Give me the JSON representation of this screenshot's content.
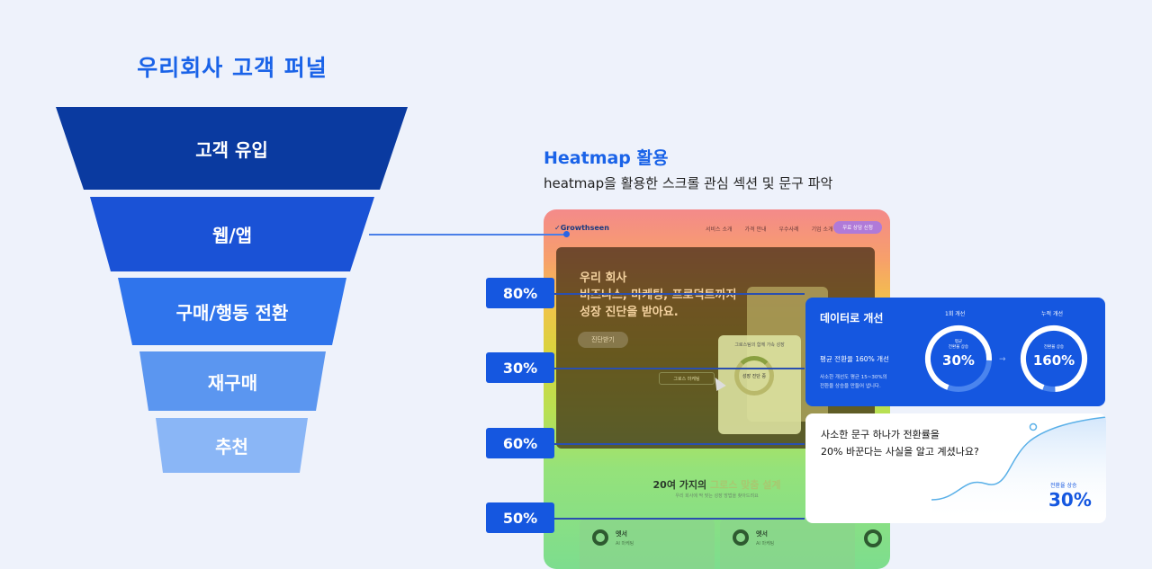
{
  "funnel": {
    "title": "우리회사 고객 퍼널",
    "stages": [
      "고객 유입",
      "웹/앱",
      "구매/행동 전환",
      "재구매",
      "추천"
    ]
  },
  "heatmap_section": {
    "title": "Heatmap 활용",
    "subtitle": "heatmap을 활용한 스크롤 관심 섹션 및 문구 파악",
    "badges": [
      "80%",
      "30%",
      "60%",
      "50%"
    ]
  },
  "mockup": {
    "logo": "Growthseen",
    "nav": [
      "서비스 소개",
      "가격 안내",
      "우수사례",
      "기업 소개"
    ],
    "nav_button": "무료 상담 신청",
    "hero_line1": "우리 회사",
    "hero_line2": "비즈니스, 마케팅, 프로덕트까지",
    "hero_line3": "성장 진단을 받아요.",
    "hero_button": "진단받기",
    "mini_card_title": "그로스팀의 함께 가속 성장",
    "mini_card_ring": "성장 진단 중",
    "mini_card_button": "그로스 마케팅",
    "section_title_a": "20여 가지의",
    "section_title_b": "그로스 맞춤 설계",
    "section_sub": "우리 회사에 딱 맞는 성장 방법을 찾아드려요",
    "bottom_card_title": "엣서",
    "bottom_card_sub": "AI 마케팅"
  },
  "card_blue": {
    "title": "데이터로 개선",
    "headline": "평균 전환율 160% 개선",
    "desc_line1": "사소한 개선도 평균 15~30%의",
    "desc_line2": "전환율 상승을 만들어 냅니다.",
    "ring1_label": "1회 개선",
    "ring1_small": "평균",
    "ring1_small2": "전환율 상승",
    "ring1_value": "30%",
    "ring2_label": "누적 개선",
    "ring2_small": "전환율 상승",
    "ring2_value": "160%"
  },
  "card_white": {
    "question_line1": "사소한 문구 하나가 전환률을",
    "question_line2": "20% 바꾼다는 사실을 알고 계셨나요?",
    "stat_label": "전환율 상승",
    "stat_value": "30%"
  },
  "colors": {
    "accent": "#1a63e8",
    "badge": "#1557e0",
    "funnel": [
      "#0a3aa0",
      "#1a52d6",
      "#2f74ec",
      "#5b96f0",
      "#8ab6f6"
    ]
  }
}
